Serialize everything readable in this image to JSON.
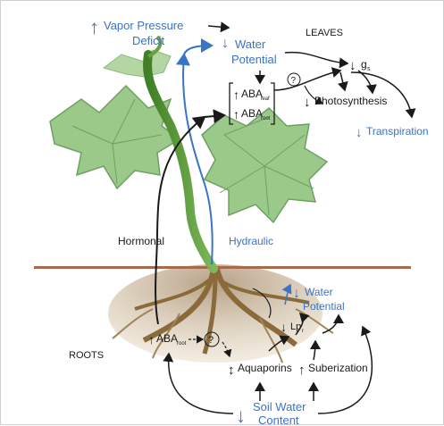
{
  "colors": {
    "accent_blue": "#3a74c4",
    "leaf_green": "#9bc98a",
    "leaf_edge": "#6f9f63",
    "stem_green": "#4e8f2e",
    "root_brown": "#8a6a3a",
    "soil_line": "#a8684a",
    "ink": "#1a1a1a"
  },
  "labels": {
    "vpd_line1": "Vapor Pressure",
    "vpd_line2": "Deficit",
    "leaves": "LEAVES",
    "wp_leaf_line1": "Water",
    "wp_leaf_line2": "Potential",
    "aba_leaf": "ABA",
    "aba_leaf_sub": "leaf",
    "aba_root": "ABA",
    "aba_root_sub": "root",
    "question": "?",
    "gs": "g",
    "gs_sub": "s",
    "photosynthesis": "Photosynthesis",
    "transpiration": "Transpiration",
    "hormonal": "Hormonal",
    "hydraulic": "Hydraulic",
    "wp_root_line1": "Water",
    "wp_root_line2": "Potential",
    "lpr": "Lp",
    "lpr_sub": "r",
    "roots": "ROOTS",
    "aba_roots": "ABA",
    "aba_roots_sub": "root",
    "question2": "?",
    "aquaporins": "Aquaporins",
    "suberization": "Suberization",
    "soil_line1": "Soil Water",
    "soil_line2": "Content"
  }
}
